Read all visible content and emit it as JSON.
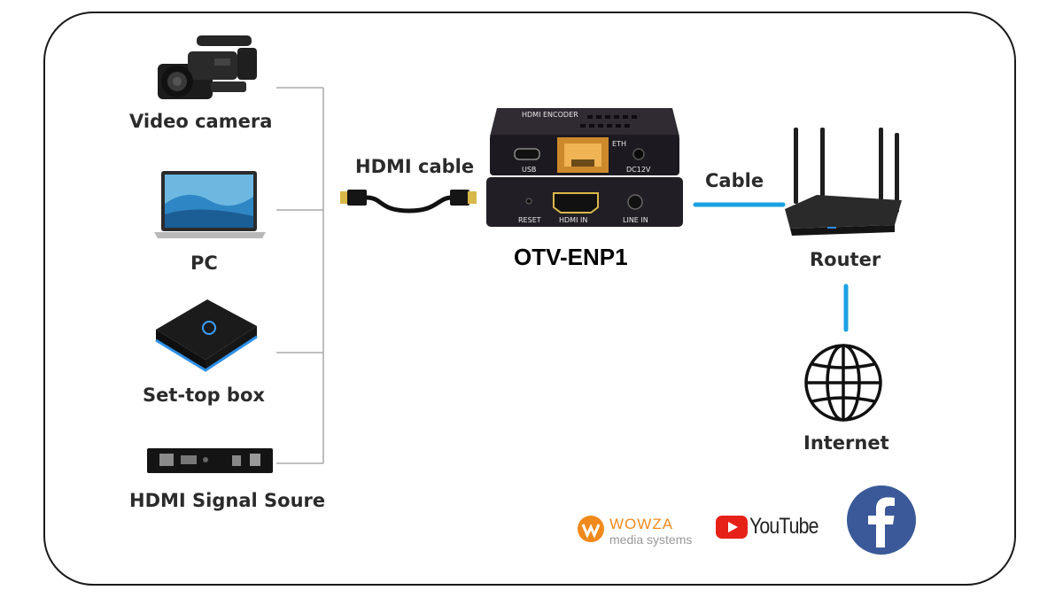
{
  "sources": {
    "video_camera": "Video camera",
    "pc": "PC",
    "set_top_box": "Set-top box",
    "hdmi_source": "HDMI Signal Soure"
  },
  "hdmi_cable": "HDMI cable",
  "device": {
    "model": "OTV-ENP1",
    "top_title": "HDMI ENCODER",
    "port_usb": "USB",
    "port_eth": "ETH",
    "port_dc": "DC12V",
    "port_reset": "RESET",
    "port_hdmi_in": "HDMI IN",
    "port_line_in": "LINE IN"
  },
  "cable": "Cable",
  "router": "Router",
  "internet": "Internet",
  "platforms": {
    "wowza_name": "WOWZA",
    "wowza_sub": "media systems",
    "youtube": "YouTube"
  },
  "colors": {
    "link_blue": "#1ba0e2",
    "youtube_red": "#e62117",
    "facebook_blue": "#3b5998",
    "wowza_orange": "#f08a1c"
  },
  "icons": [
    "video-camera-icon",
    "laptop-icon",
    "set-top-box-icon",
    "hdmi-source-icon",
    "hdmi-cable-icon",
    "encoder-device-icon",
    "router-icon",
    "globe-icon",
    "wowza-logo",
    "youtube-logo",
    "facebook-logo"
  ]
}
